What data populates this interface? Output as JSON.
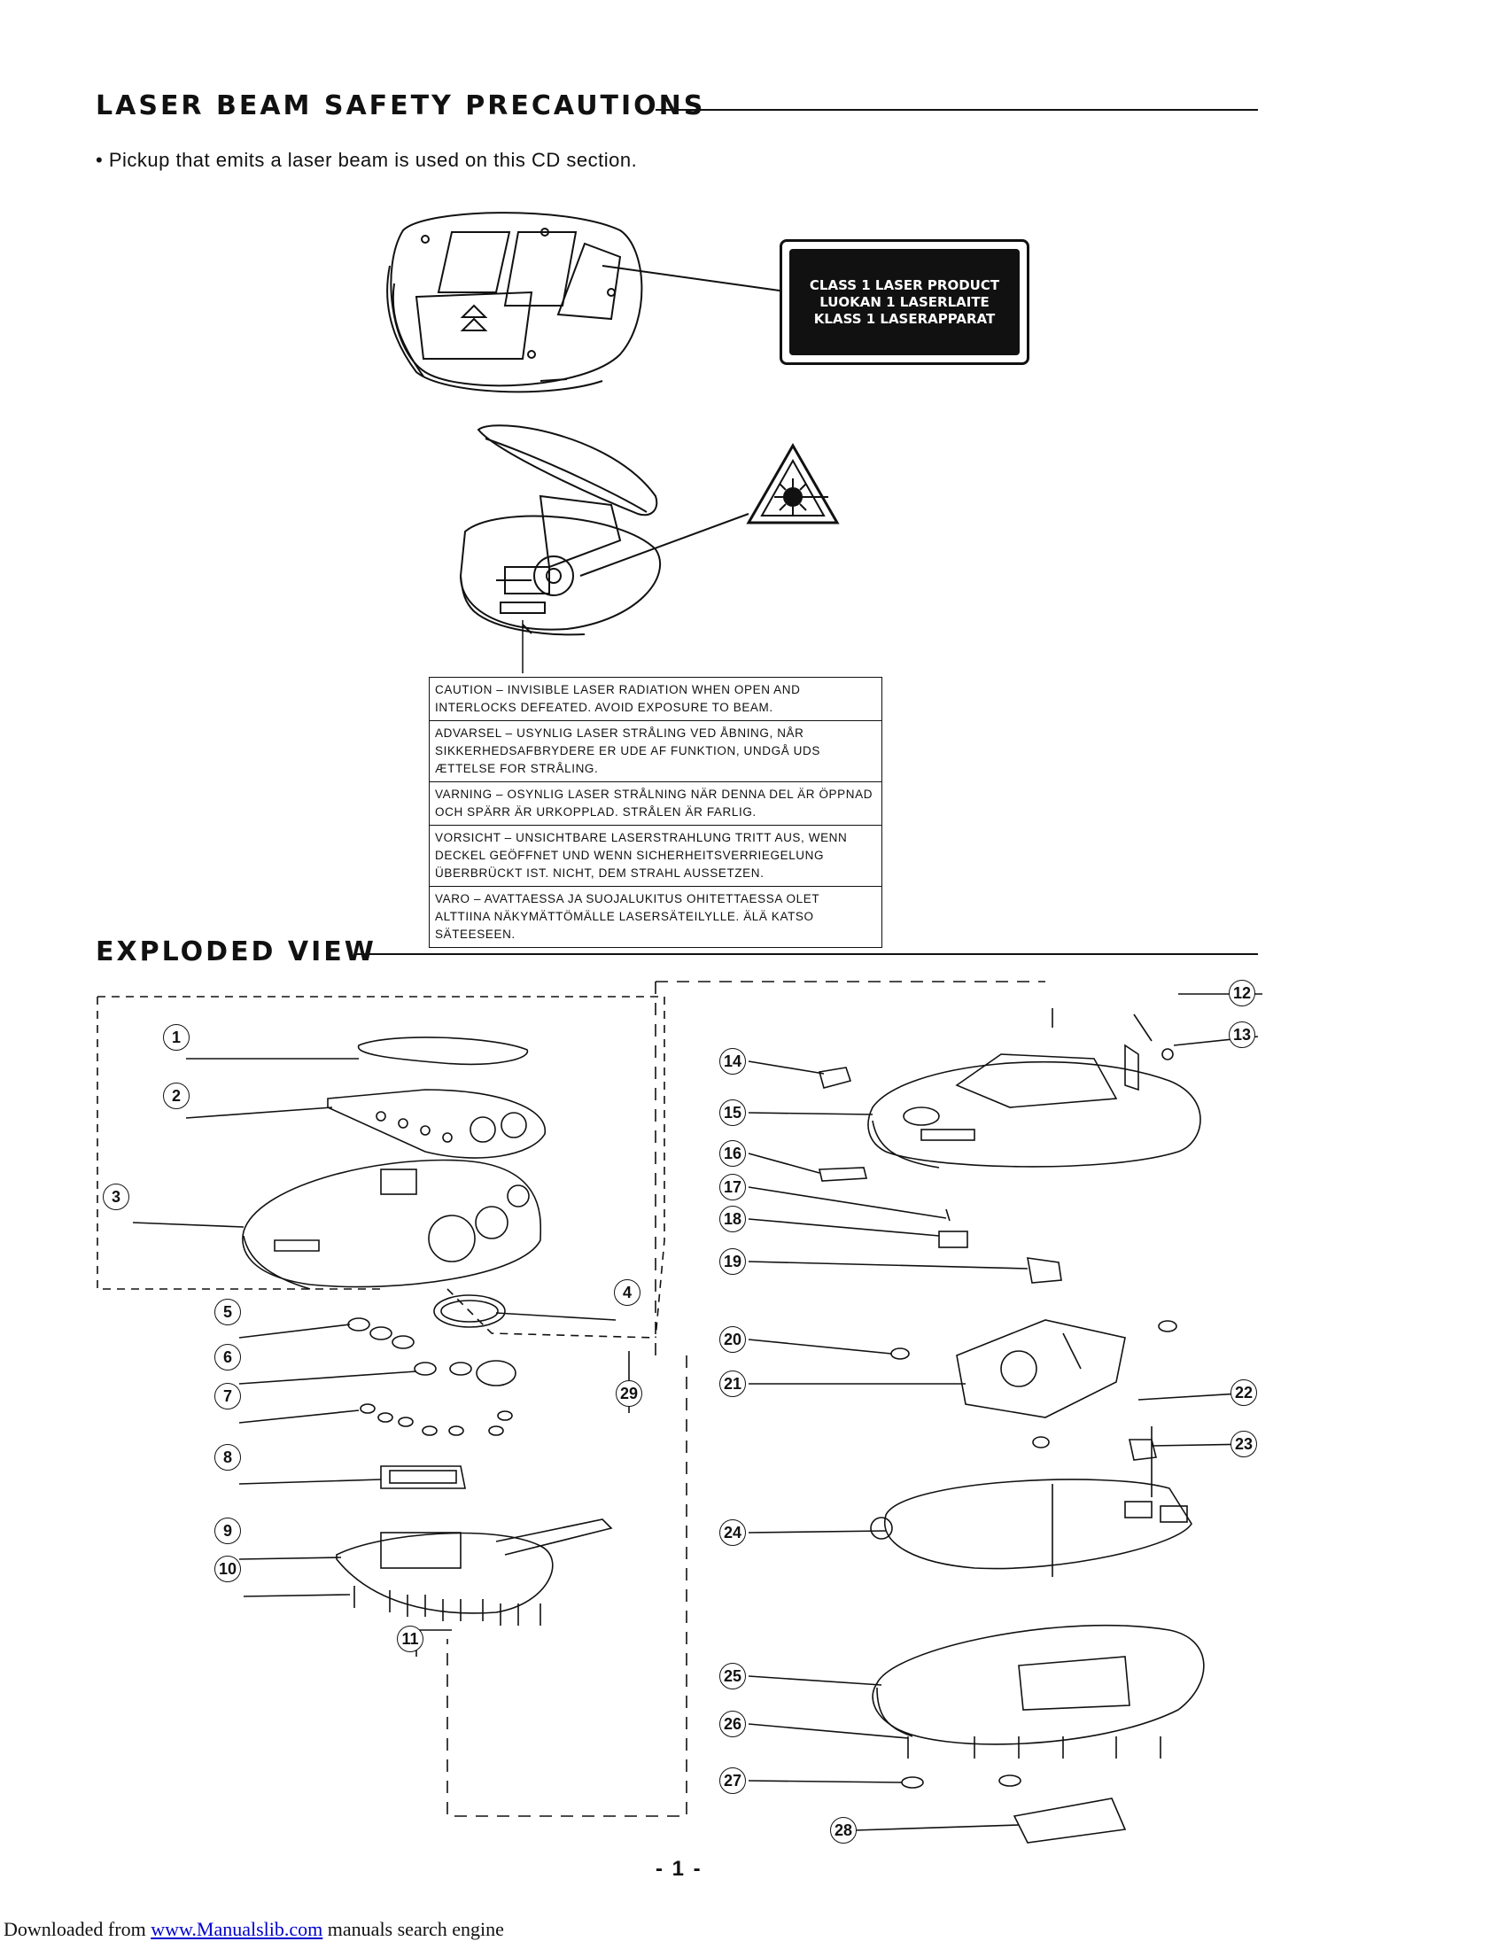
{
  "laser_section": {
    "heading": "LASER BEAM SAFETY PRECAUTIONS",
    "intro": "• Pickup that emits a laser beam is used on this CD section.",
    "label_lines": [
      "CLASS 1 LASER PRODUCT",
      "LUOKAN 1 LASERLAITE",
      "KLASS 1 LASERAPPARAT"
    ],
    "caution_rows": [
      "CAUTION – INVISIBLE LASER RADIATION WHEN OPEN AND INTERLOCKS DEFEATED. AVOID EXPOSURE TO BEAM.",
      "ADVARSEL – USYNLIG LASER STRÅLING VED ÅBNING, NÅR SIKKERHEDSAFBRYDERE ER UDE AF FUNKTION, UNDGÅ UDS ÆTTELSE FOR STRÅLING.",
      "VARNING – OSYNLIG LASER STRÅLNING NÄR DENNA DEL ÄR ÖPPNAD OCH SPÄRR ÄR URKOPPLAD. STRÅLEN ÄR FARLIG.",
      "VORSICHT – UNSICHTBARE LASERSTRAHLUNG TRITT AUS, WENN DECKEL GEÖFFNET UND WENN SICHERHEITSVERRIEGELUNG ÜBERBRÜCKT IST. NICHT, DEM STRAHL AUSSETZEN.",
      "VARO – AVATTAESSA JA SUOJALUKITUS OHITETTAESSA OLET ALTTIINA NÄKYMÄTTÖMÄLLE LASERSÄTEILYLLE. ÄLÄ KATSO SÄTEESEEN."
    ]
  },
  "exploded_section": {
    "heading": "EXPLODED VIEW",
    "callouts": [
      "1",
      "2",
      "3",
      "4",
      "5",
      "6",
      "7",
      "8",
      "9",
      "10",
      "11",
      "12",
      "13",
      "14",
      "15",
      "16",
      "17",
      "18",
      "19",
      "20",
      "21",
      "22",
      "23",
      "24",
      "25",
      "26",
      "27",
      "28",
      "29"
    ]
  },
  "page_number": "- 1 -",
  "footer": {
    "prefix": "Downloaded from ",
    "link": "www.Manualslib.com",
    "suffix": " manuals search engine"
  }
}
